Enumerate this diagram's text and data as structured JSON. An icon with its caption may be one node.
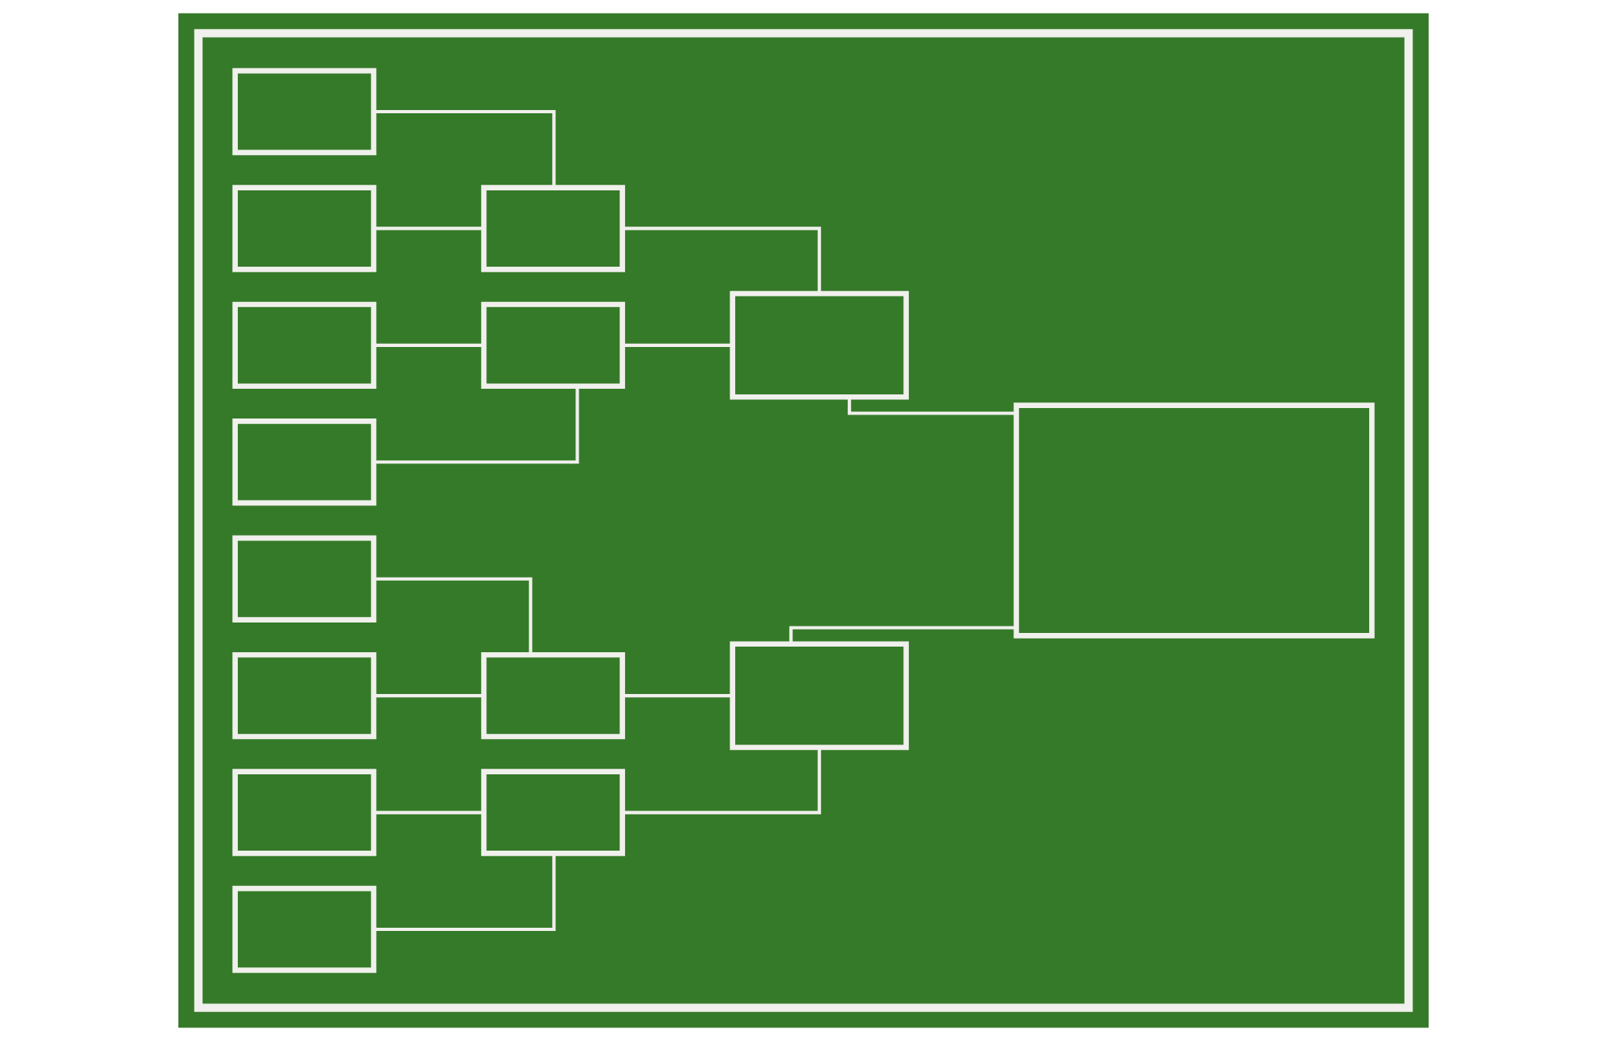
{
  "diagram": {
    "nodes": [
      {
        "text": [],
        "shape": "box"
      },
      {
        "text": [],
        "shape": "box",
        "in": 0
      },
      {
        "text": [],
        "shape": "box",
        "in": 0
      },
      {
        "text": [],
        "shape": "box",
        "in": 0
      },
      {
        "text": [],
        "shape": "box",
        "in": 0
      },
      {
        "text": [],
        "shape": "box",
        "in": 0
      },
      {
        "text": [],
        "shape": "box",
        "in": 0
      },
      {
        "text": [],
        "shape": "box",
        "in": 0
      },
      {
        "text": [],
        "shape": "box",
        "in": 0
      },
      {
        "text": [],
        "shape": "box",
        "in": 0
      },
      {
        "text": [],
        "shape": "box",
        "in": 0
      },
      {
        "text": [],
        "shape": "box",
        "in": 0
      },
      {
        "text": [],
        "shape": "box",
        "in": 0
      },
      {
        "text": [],
        "shape": "box",
        "in": 0
      },
      {
        "text": [],
        "shape": "box",
        "in": 0
      },
      {
        "text": [],
        "shape": "box",
        "in": 0
      }
    ],
    "edges": [
      {
        "from": 1,
        "to": 9,
        "arrow": "none"
      },
      {
        "from": 2,
        "to": 9,
        "arrow": "none"
      },
      {
        "from": 3,
        "to": 10,
        "arrow": "none"
      },
      {
        "from": 4,
        "to": 10,
        "arrow": "none"
      },
      {
        "from": 5,
        "to": 11,
        "arrow": "none"
      },
      {
        "from": 6,
        "to": 11,
        "arrow": "none"
      },
      {
        "from": 7,
        "to": 12,
        "arrow": "none"
      },
      {
        "from": 8,
        "to": 12,
        "arrow": "none"
      },
      {
        "from": 9,
        "to": 13,
        "arrow": "none"
      },
      {
        "from": 10,
        "to": 13,
        "arrow": "none"
      },
      {
        "from": 11,
        "to": 14,
        "arrow": "none"
      },
      {
        "from": 12,
        "to": 14,
        "arrow": "none"
      },
      {
        "from": 13,
        "to": 15,
        "arrow": "none"
      },
      {
        "from": 14,
        "to": 15,
        "arrow": "none"
      }
    ]
  }
}
